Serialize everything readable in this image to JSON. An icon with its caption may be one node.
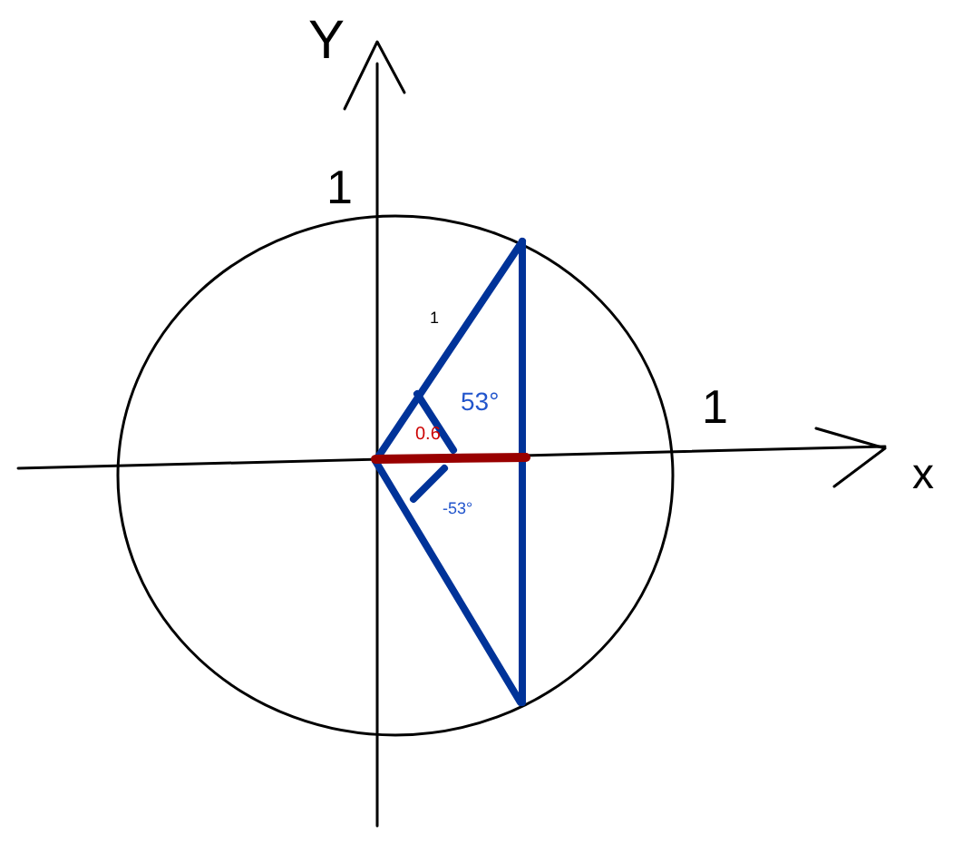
{
  "diagram": {
    "labels": [
      "Y",
      "1",
      "1",
      "53°",
      "1",
      "0.6",
      "x",
      "-53°"
    ]
  }
}
